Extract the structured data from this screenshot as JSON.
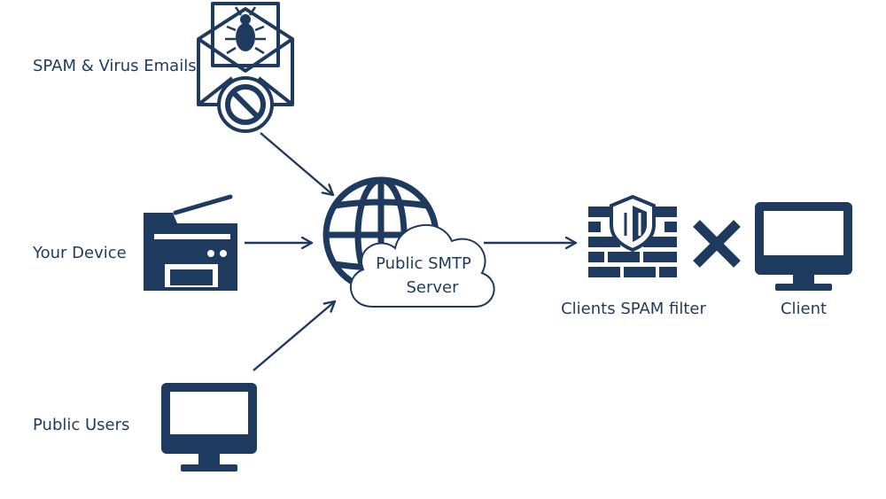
{
  "colors": {
    "icon": "#1f3a5f",
    "text": "#1f3a5f",
    "background": "#ffffff",
    "cloud_fill": "#ffffff"
  },
  "nodes": {
    "spam_emails": {
      "label": "SPAM & Virus Emails",
      "icon": "envelope-bug-blocked-icon"
    },
    "your_device": {
      "label": "Your Device",
      "icon": "printer-icon"
    },
    "public_users": {
      "label": "Public Users",
      "icon": "monitor-icon"
    },
    "smtp_server": {
      "label_line1": "Public SMTP",
      "label_line2": "Server",
      "icon": "globe-cloud-icon"
    },
    "spam_filter": {
      "label": "Clients SPAM filter",
      "icon": "firewall-shield-icon"
    },
    "blocked": {
      "icon": "cross-icon"
    },
    "client": {
      "label": "Client",
      "icon": "monitor-icon"
    }
  }
}
